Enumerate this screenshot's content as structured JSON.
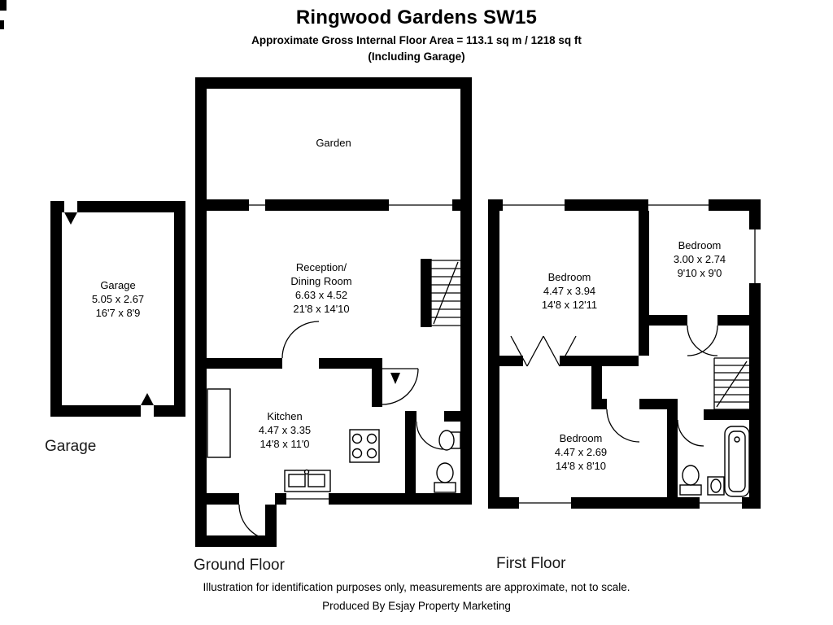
{
  "header": {
    "title": "Ringwood Gardens SW15",
    "area_line": "Approximate Gross Internal Floor Area = 113.1 sq m / 1218 sq ft",
    "including_line": "(Including Garage)"
  },
  "garage": {
    "room_label": "Garage",
    "dims_m": "5.05 x 2.67",
    "dims_ft": "16'7 x 8'9",
    "floor_label": "Garage"
  },
  "ground_floor": {
    "floor_label": "Ground Floor",
    "garden_label": "Garden",
    "reception_line1": "Reception/",
    "reception_line2": "Dining Room",
    "reception_dims_m": "6.63 x 4.52",
    "reception_dims_ft": "21'8 x 14'10",
    "kitchen_label": "Kitchen",
    "kitchen_dims_m": "4.47 x 3.35",
    "kitchen_dims_ft": "14'8 x 11'0"
  },
  "first_floor": {
    "floor_label": "First Floor",
    "bedroom1_label": "Bedroom",
    "bedroom1_dims_m": "4.47 x 3.94",
    "bedroom1_dims_ft": "14'8 x 12'11",
    "bedroom2_label": "Bedroom",
    "bedroom2_dims_m": "3.00 x 2.74",
    "bedroom2_dims_ft": "9'10 x 9'0",
    "bedroom3_label": "Bedroom",
    "bedroom3_dims_m": "4.47 x 2.69",
    "bedroom3_dims_ft": "14'8 x 8'10"
  },
  "footer": {
    "disclaimer": "Illustration for identification purposes only, measurements are approximate, not to scale.",
    "credit": "Produced By Esjay Property Marketing"
  },
  "colors": {
    "wall": "#000000",
    "background": "#ffffff"
  }
}
